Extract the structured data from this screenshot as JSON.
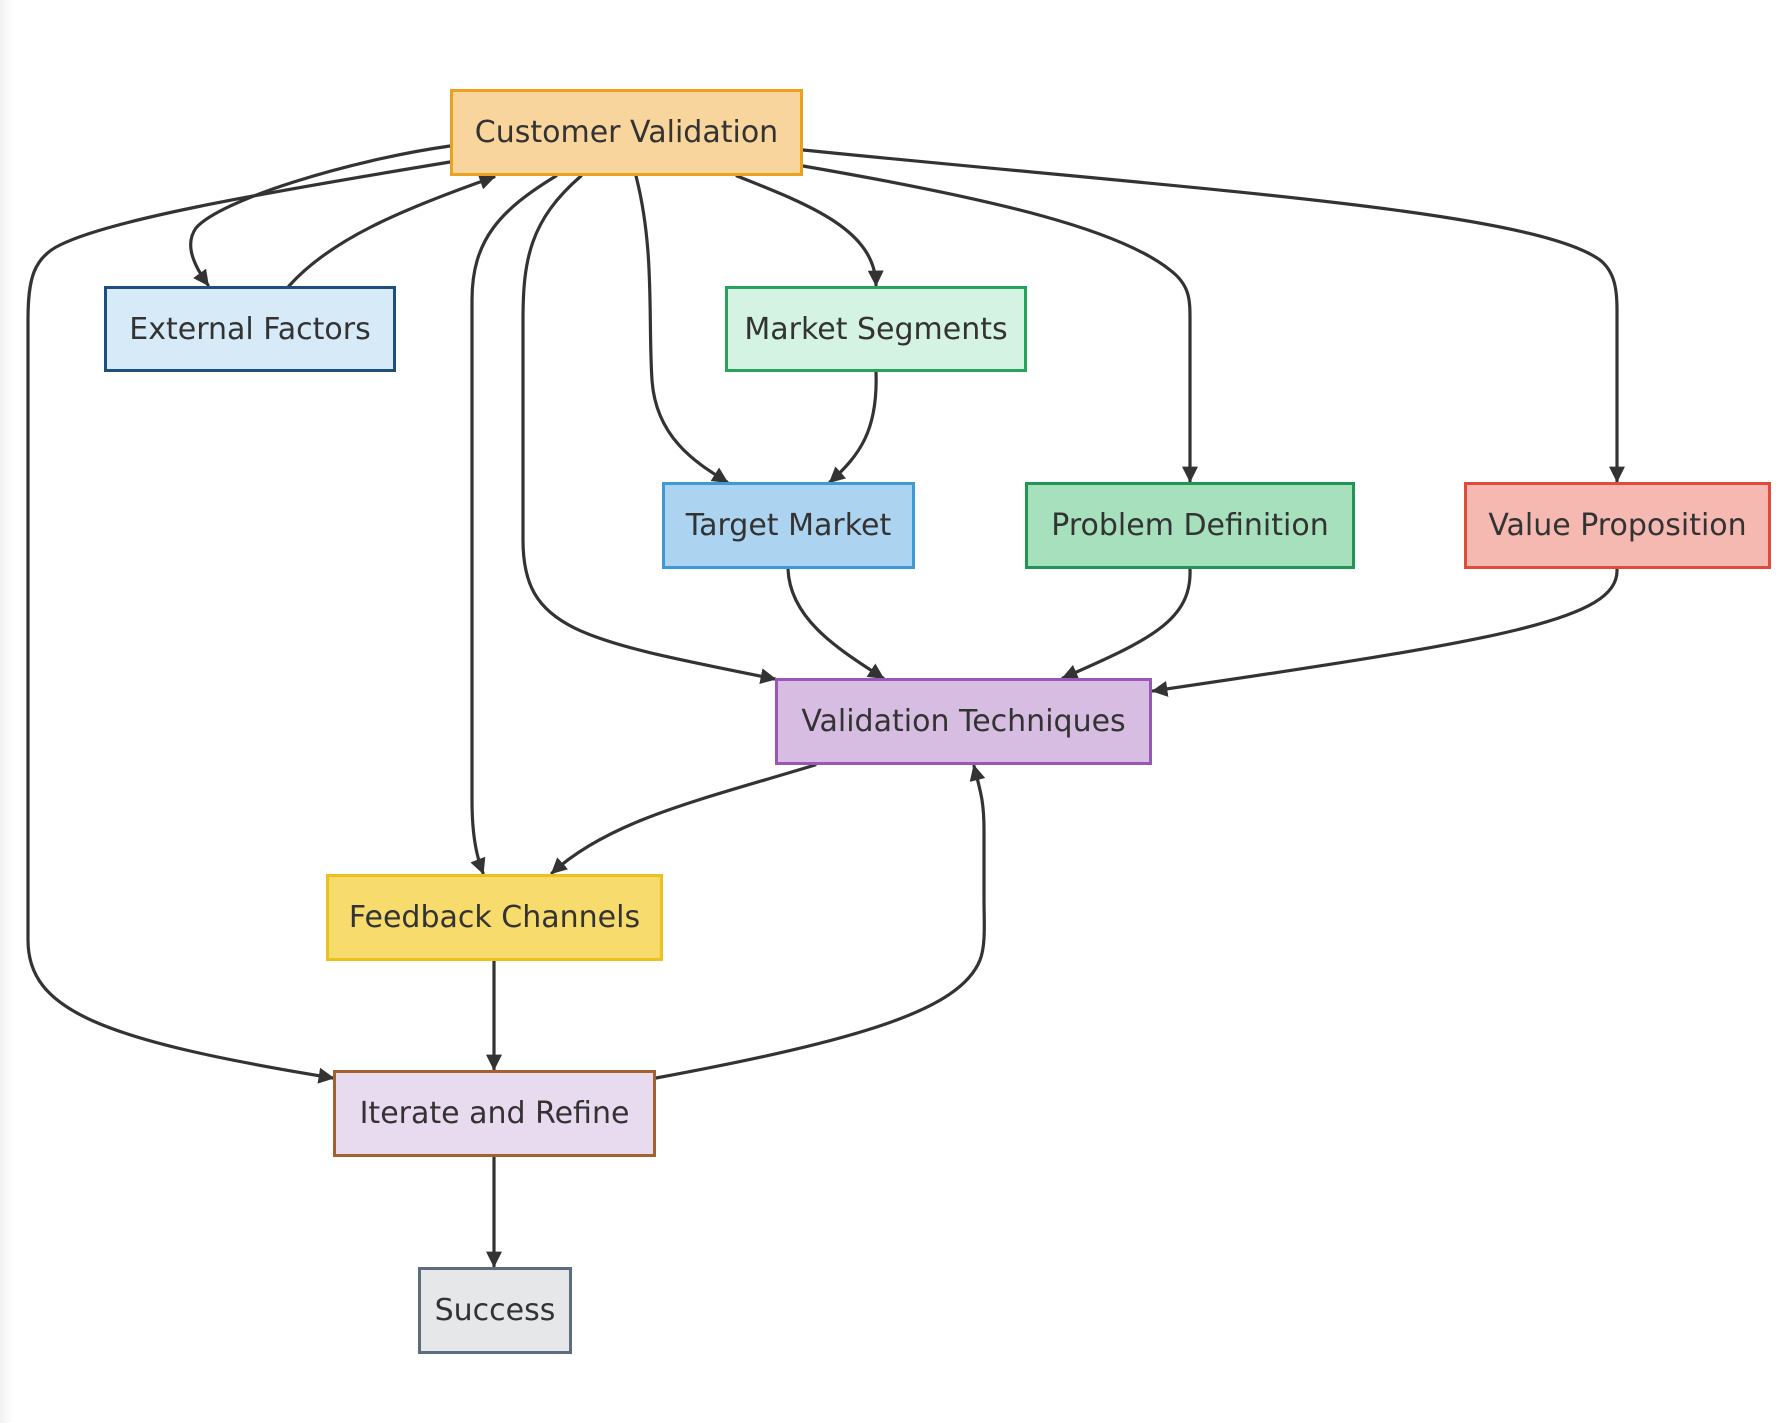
{
  "diagram": {
    "nodes": {
      "customer_validation": "Customer Validation",
      "external_factors": "External Factors",
      "market_segments": "Market Segments",
      "target_market": "Target Market",
      "problem_definition": "Problem Definition",
      "value_proposition": "Value Proposition",
      "validation_techniques": "Validation Techniques",
      "feedback_channels": "Feedback Channels",
      "iterate_and_refine": "Iterate and Refine",
      "success": "Success"
    },
    "edges": [
      {
        "from": "Customer Validation",
        "to": "External Factors"
      },
      {
        "from": "External Factors",
        "to": "Customer Validation"
      },
      {
        "from": "Customer Validation",
        "to": "Market Segments"
      },
      {
        "from": "Customer Validation",
        "to": "Target Market"
      },
      {
        "from": "Market Segments",
        "to": "Target Market"
      },
      {
        "from": "Customer Validation",
        "to": "Problem Definition"
      },
      {
        "from": "Customer Validation",
        "to": "Value Proposition"
      },
      {
        "from": "Customer Validation",
        "to": "Validation Techniques"
      },
      {
        "from": "Target Market",
        "to": "Validation Techniques"
      },
      {
        "from": "Problem Definition",
        "to": "Validation Techniques"
      },
      {
        "from": "Value Proposition",
        "to": "Validation Techniques"
      },
      {
        "from": "Customer Validation",
        "to": "Feedback Channels"
      },
      {
        "from": "Validation Techniques",
        "to": "Feedback Channels"
      },
      {
        "from": "Feedback Channels",
        "to": "Iterate and Refine"
      },
      {
        "from": "Customer Validation",
        "to": "Iterate and Refine"
      },
      {
        "from": "Iterate and Refine",
        "to": "Validation Techniques"
      },
      {
        "from": "Iterate and Refine",
        "to": "Success"
      }
    ],
    "colors": {
      "edge": "#333333",
      "text": "#333333",
      "customer_validation": {
        "fill": "#f8d59c",
        "stroke": "#eba01f"
      },
      "external_factors": {
        "fill": "#d7eaf8",
        "stroke": "#1e4e79"
      },
      "market_segments": {
        "fill": "#d4f3e2",
        "stroke": "#27a35e"
      },
      "target_market": {
        "fill": "#acd4f1",
        "stroke": "#3d9ad6"
      },
      "problem_definition": {
        "fill": "#a6e0bd",
        "stroke": "#229454"
      },
      "value_proposition": {
        "fill": "#f6b9b2",
        "stroke": "#e04b3c"
      },
      "validation_techniques": {
        "fill": "#d8bde2",
        "stroke": "#9b57b6"
      },
      "feedback_channels": {
        "fill": "#f7dc6d",
        "stroke": "#eec11a"
      },
      "iterate_and_refine": {
        "fill": "#e8daef",
        "stroke": "#a4612e"
      },
      "success": {
        "fill": "#e5e7e9",
        "stroke": "#5d6d7e"
      }
    }
  }
}
